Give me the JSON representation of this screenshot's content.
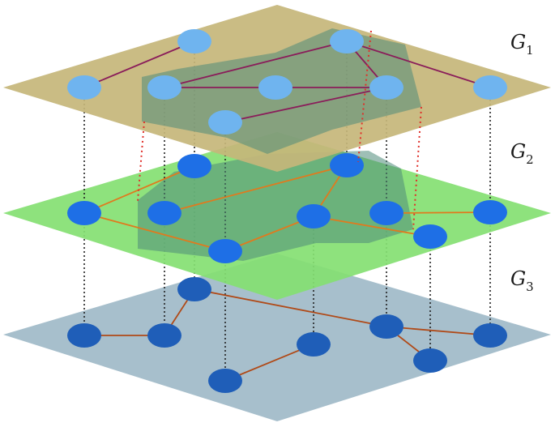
{
  "layers": [
    {
      "id": "G1",
      "letter": "G",
      "sub": "1",
      "color": "#c6b679",
      "node_color": "#6fb4ef"
    },
    {
      "id": "G2",
      "letter": "G",
      "sub": "2",
      "color": "#84e072",
      "node_color": "#1e6fe6"
    },
    {
      "id": "G3",
      "letter": "G",
      "sub": "3",
      "color": "#a7bfcc",
      "node_color": "#1f5eb8"
    }
  ],
  "colors": {
    "hull_fill": "#4f8a7a",
    "interlayer_link": "#222222",
    "dependency_link": "#e0302a",
    "edge_g1": "#8a1d5a",
    "edge_g2": "#e07a1e",
    "edge_g3": "#b04a18"
  }
}
